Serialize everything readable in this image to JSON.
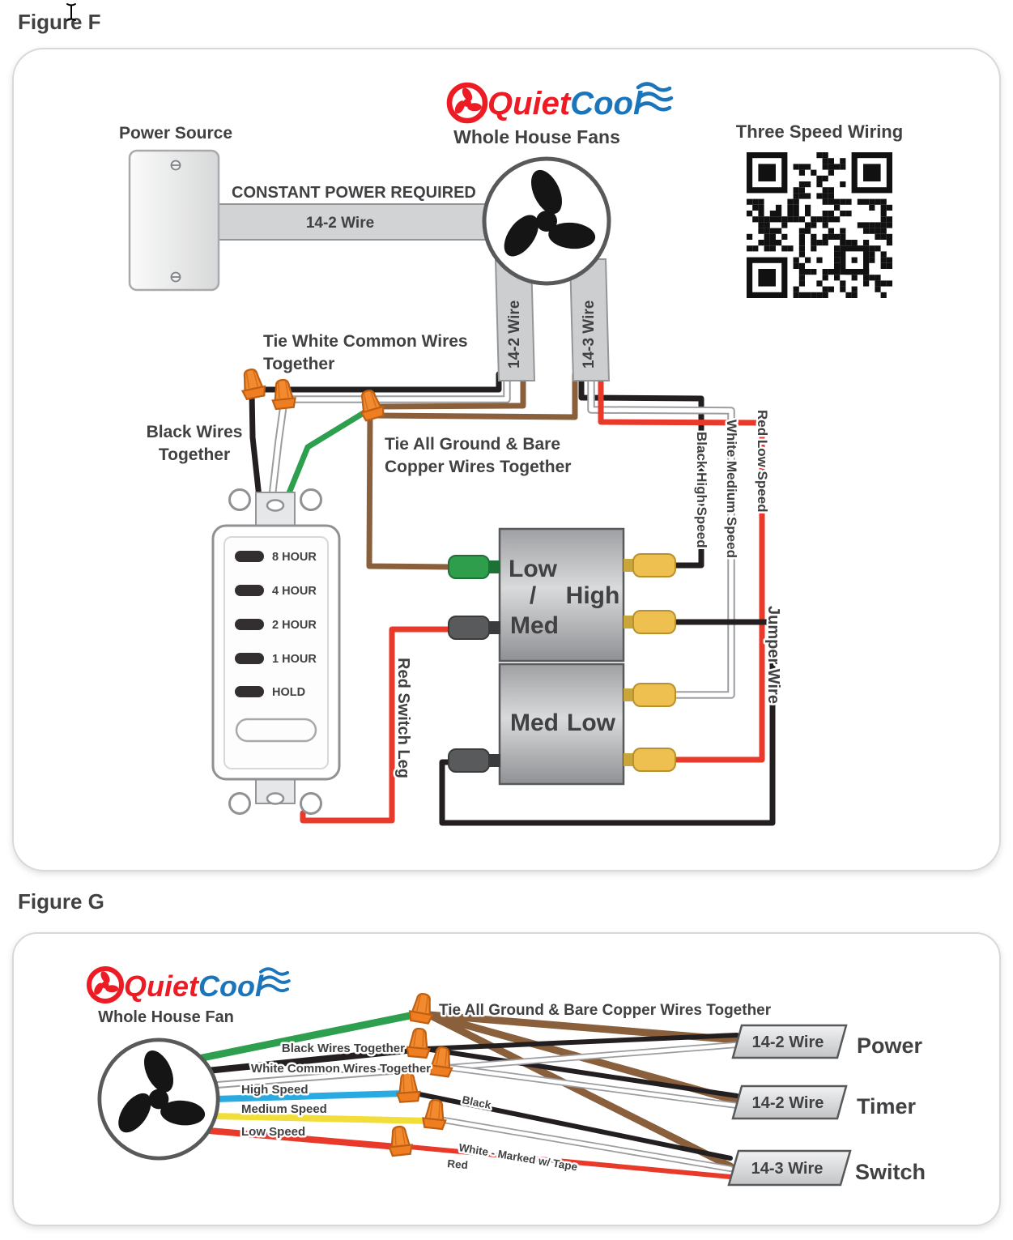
{
  "titles": {
    "figure_f": "Figure F",
    "figure_g": "Figure G"
  },
  "brand": {
    "name_part1": "Quiet",
    "name_part2": "Cool",
    "tagline_f": "Whole House Fans",
    "tagline_g": "Whole House Fan"
  },
  "figure_f": {
    "power_source": "Power Source",
    "constant_power": "CONSTANT POWER REQUIRED",
    "supply_wire": "14-2 Wire",
    "strap_left": "14-2 Wire",
    "strap_right": "14-3 Wire",
    "qr_caption": "Three Speed Wiring",
    "note_white_1": "Tie White Common Wires",
    "note_white_2": "Together",
    "note_black_1": "Black Wires",
    "note_black_2": "Together",
    "note_ground_1": "Tie All Ground & Bare",
    "note_ground_2": "Copper Wires Together",
    "timer_buttons": [
      "8 HOUR",
      "4 HOUR",
      "2 HOUR",
      "1 HOUR",
      "HOLD"
    ],
    "selector_top": {
      "low": "Low",
      "divider": "/",
      "med": "Med",
      "high": "High"
    },
    "selector_bottom": {
      "med": "Med",
      "low": "Low"
    },
    "wire_labels": {
      "black_high": "Black High Speed",
      "white_medium": "White Medium Speed",
      "red_low": "Red Low Speed",
      "jumper": "Jumper Wire",
      "red_switch_leg": "Red Switch Leg"
    }
  },
  "figure_g": {
    "note_ground": "Tie All Ground & Bare Copper Wires Together",
    "note_black": "Black Wires Together",
    "note_white": "White Common Wires Together",
    "note_high": "High Speed",
    "note_medium": "Medium Speed",
    "note_low": "Low Speed",
    "cable_black": "Black",
    "cable_white_marked": "White - Marked w/ Tape",
    "cable_red": "Red",
    "runs": [
      {
        "wire": "14-2 Wire",
        "destination": "Power"
      },
      {
        "wire": "14-2 Wire",
        "destination": "Timer"
      },
      {
        "wire": "14-3 Wire",
        "destination": "Switch"
      }
    ]
  },
  "colors": {
    "brand_red": "#ed1c24",
    "brand_blue": "#1b75bb",
    "warning_red": "#e8392a",
    "wire_black": "#231f20",
    "wire_white": "#ffffff",
    "wire_green": "#2e9e4f",
    "wire_brown": "#8a5f3c",
    "wire_red": "#e8392a",
    "wire_blue": "#29abe2",
    "wire_yellow": "#f2de39",
    "wire_nut_orange": "#f28a30",
    "connector_yellow": "#eec04f",
    "text_dark": "#414042"
  },
  "icons": {
    "fan": "fan-icon",
    "brand_fan_mark": "fan-mark-icon",
    "qr": "qr-code",
    "wire_nut": "wire-nut-icon",
    "text_cursor": "text-cursor-icon",
    "screw": "screw-icon",
    "waves": "airflow-waves-icon"
  }
}
